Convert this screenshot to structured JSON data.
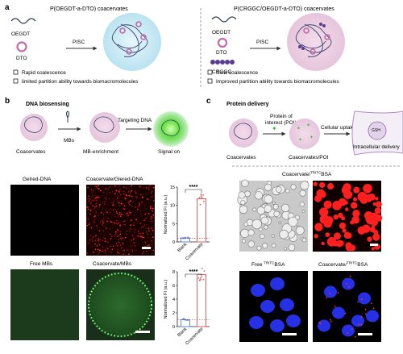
{
  "panel_a": {
    "letter": "a",
    "left": {
      "title": "P(OEGDT-a-DTO) coacervates",
      "oegdt": "OEGDT",
      "dto": "DTO",
      "arrow": "PISC",
      "bullet1": "Rapid coalescence",
      "bullet2": "limited partition ability towards biomacromolecules"
    },
    "right": {
      "title": "P(CRGGC/OEGDT-a-DTO) coacervates",
      "oegdt": "OEGDT",
      "dto": "DTO",
      "crggc": "CRGGC",
      "arrow": "PISC",
      "bullet1": "Slow coalescence",
      "bullet2": "Improved partition ability towards biomacromolecules"
    }
  },
  "panel_b": {
    "letter": "b",
    "title": "DNA biosensing",
    "schematic": {
      "coacervates": "Coacervates",
      "mbs": "MBs",
      "enrichment": "MB-enrichment",
      "targeting": "Targeting DNA",
      "signal": "Signal on"
    },
    "img_labels": [
      "Gelred-DNA",
      "Coacervate/Glered-DNA",
      "Free MBs",
      "Coacervate/MBs"
    ]
  },
  "panel_c": {
    "letter": "c",
    "title": "Protein delivery",
    "schematic": {
      "coacervates": "Coacervates",
      "poi1": "Protein of",
      "poi2": "interest (POI)",
      "uptake": "Cellular uptake",
      "coac_poi": "Coacervates/POI",
      "intracellular": "Intracellular delivery",
      "gsh": "GSH"
    },
    "header": "Coacervate/",
    "header_sup": "TRITC",
    "header_tail": "BSA",
    "free_label": "Free ",
    "free_sup": "TRITC",
    "free_tail": "BSA",
    "coac_label": "Coacervate/",
    "coac_sup": "TRITC",
    "coac_tail": "BSA"
  },
  "chart_data": [
    {
      "type": "bar",
      "categories": [
        "Blank",
        "Coacervate"
      ],
      "values": [
        1.1,
        11.8
      ],
      "ylabel": "Normalized FI (a.u.)",
      "ylim": [
        0,
        15
      ],
      "yticks": [
        0,
        5,
        10,
        15
      ],
      "significance": "****",
      "colors": [
        "#5b8fd9",
        "#e0605f"
      ]
    },
    {
      "type": "bar",
      "categories": [
        "Blank",
        "Coacervate"
      ],
      "values": [
        1.0,
        7.6
      ],
      "ylabel": "Normalized FI (a.u.)",
      "ylim": [
        0,
        8
      ],
      "yticks": [
        0,
        2,
        4,
        6,
        8
      ],
      "significance": "****",
      "colors": [
        "#5b8fd9",
        "#e0605f"
      ]
    }
  ]
}
